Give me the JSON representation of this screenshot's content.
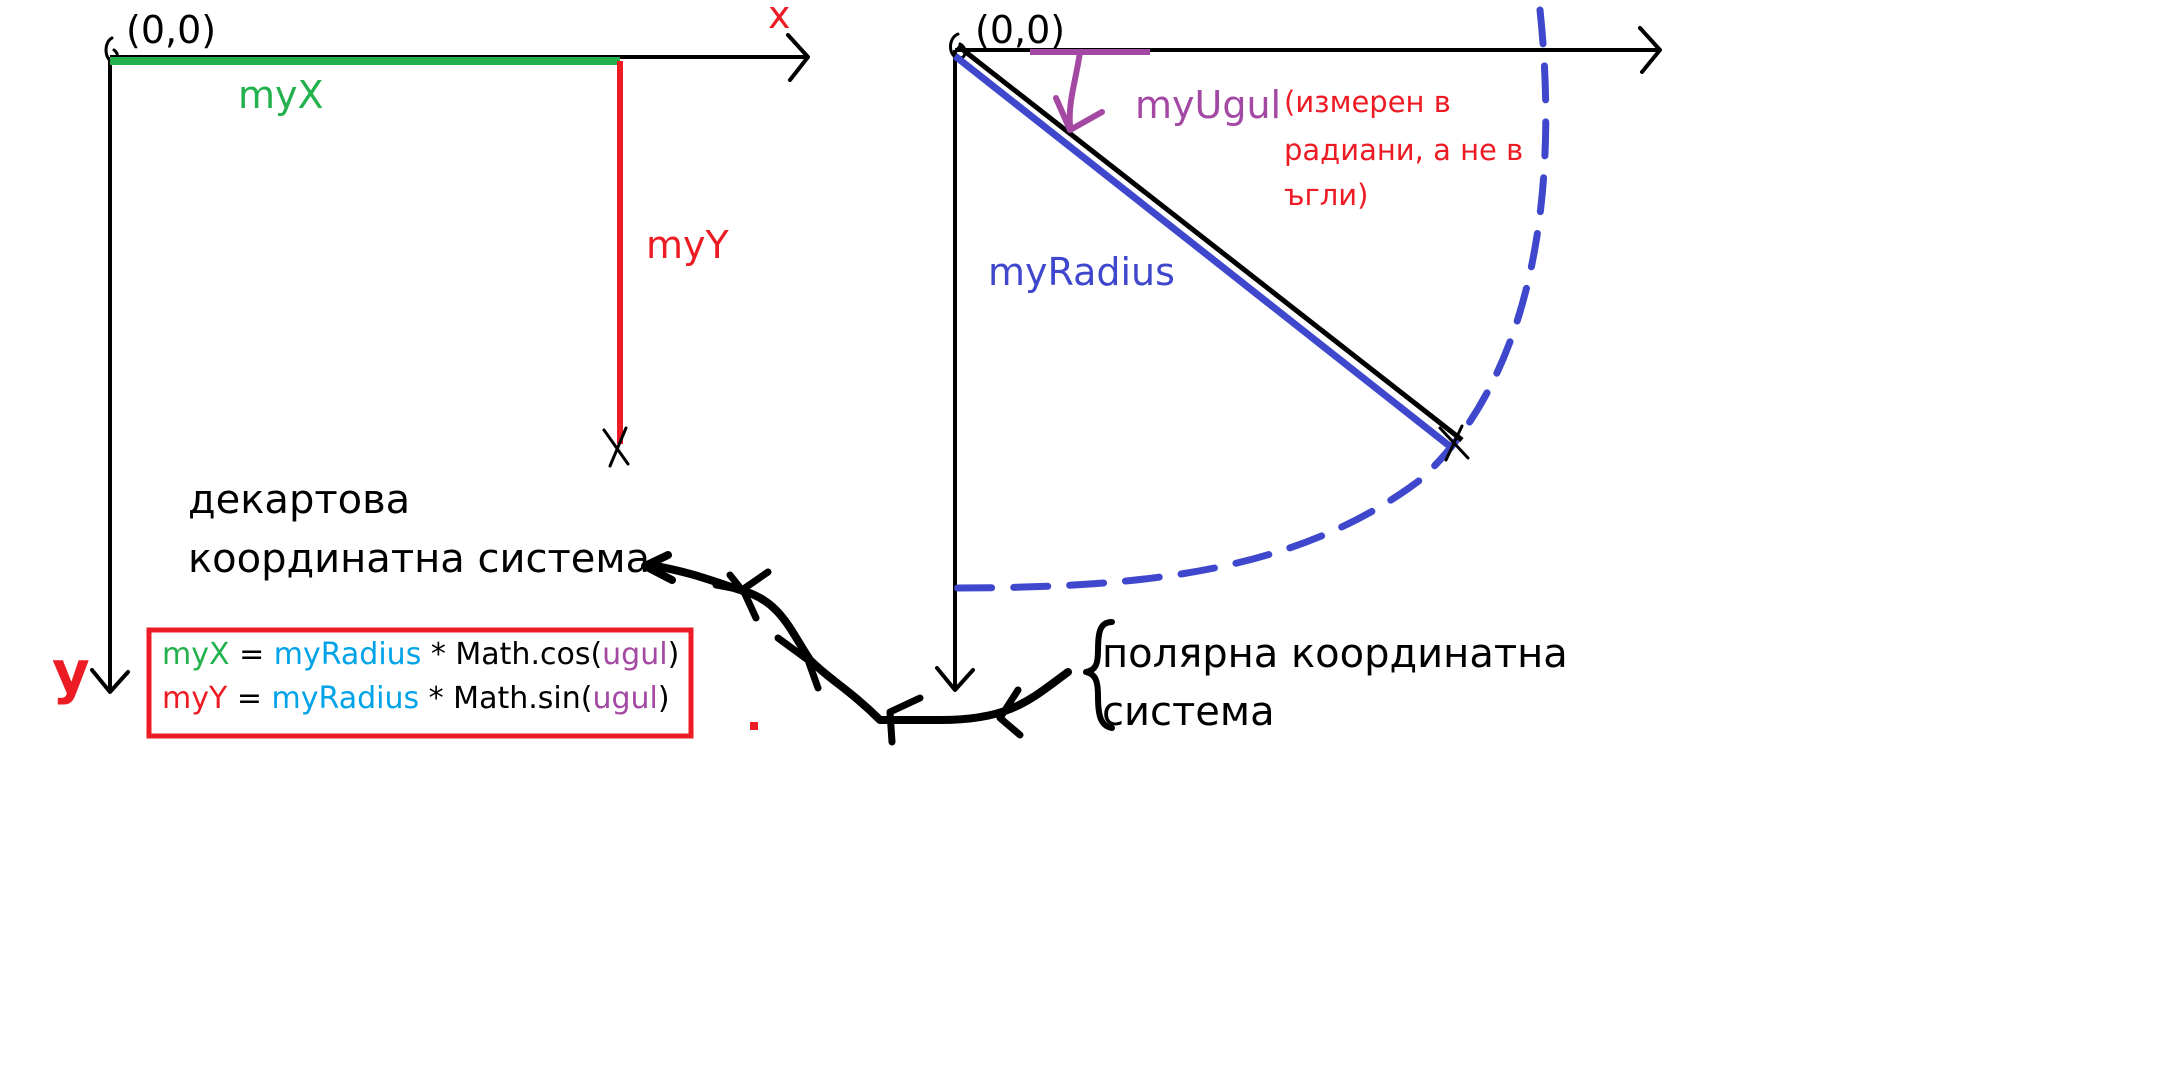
{
  "cartesian": {
    "origin_label": "(0,0)",
    "x_axis_label": "x",
    "y_axis_label": "y",
    "x_segment_label": "myX",
    "y_segment_label": "myY",
    "title_line1": "декартова",
    "title_line2": "координатна система"
  },
  "polar": {
    "origin_label": "(0,0)",
    "angle_label": "myUgul",
    "angle_note_line1": "(измерен в",
    "angle_note_line2": "радиани, а не в",
    "angle_note_line3": "ъгли)",
    "radius_label": "myRadius",
    "title_line1": "полярна координатна",
    "title_line2": "система"
  },
  "formulas": {
    "line1": {
      "lhs": "myX",
      "eq": " = ",
      "radius": "myRadius",
      "op": " * Math.cos(",
      "angle": "ugul",
      "close": ")"
    },
    "line2": {
      "lhs": "myY",
      "eq": " = ",
      "radius": "myRadius",
      "op": " * Math.sin(",
      "angle": "ugul",
      "close": ")"
    }
  },
  "colors": {
    "green": "#22b14c",
    "red": "#ed1c24",
    "blue": "#3f48cc",
    "purple": "#a349a4",
    "cyan": "#00a2e8",
    "black": "#000000"
  }
}
